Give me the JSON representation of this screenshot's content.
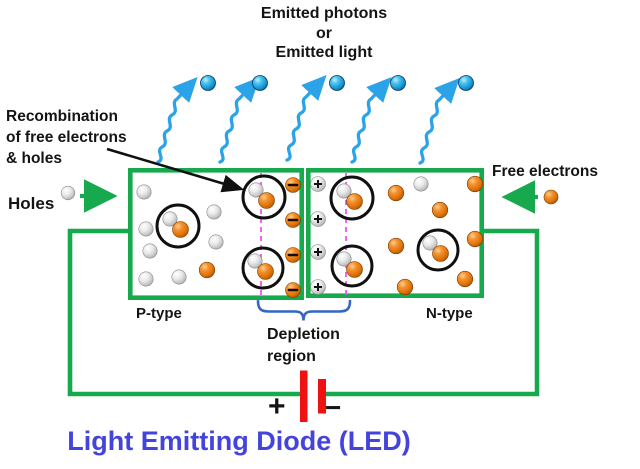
{
  "title": {
    "text": "Light Emitting Diode (LED)"
  },
  "top_label": {
    "line1": "Emitted photons",
    "line2": "or",
    "line3": "Emitted light"
  },
  "annotations": {
    "recombination": {
      "line1": "Recombination",
      "line2": "of free electrons",
      "line3": "& holes"
    },
    "holes": "Holes",
    "free_electrons": "Free electrons",
    "depletion": {
      "line1": "Depletion",
      "line2": "region"
    }
  },
  "regions": {
    "p_type": "P-type",
    "n_type": "N-type"
  },
  "battery": {
    "plus": "+",
    "minus": "−"
  },
  "colors": {
    "green": "#17A94E",
    "battery_red": "#EE1212",
    "magenta_dash": "#F04AF0",
    "brace_blue": "#3465C8",
    "wave_blue": "#2BA3E8",
    "title_blue": "#4444DC",
    "text": "#141414",
    "orange_ball": "#E2750D",
    "gray_ball": "#C9C9C9",
    "photon_blue": "#1F9CD8",
    "ring_black": "#101010"
  },
  "icons": {
    "hole_ball": "gray-sphere",
    "free_electron_ball": "orange-sphere",
    "photon_ball": "cyan-sphere",
    "negative_ion": "orange-sphere-minus",
    "positive_ion": "gray-sphere-plus",
    "photon_arrow": "wavy-cyan-arrow",
    "recombination_circle": "black-ring",
    "battery": "two-red-plates"
  }
}
